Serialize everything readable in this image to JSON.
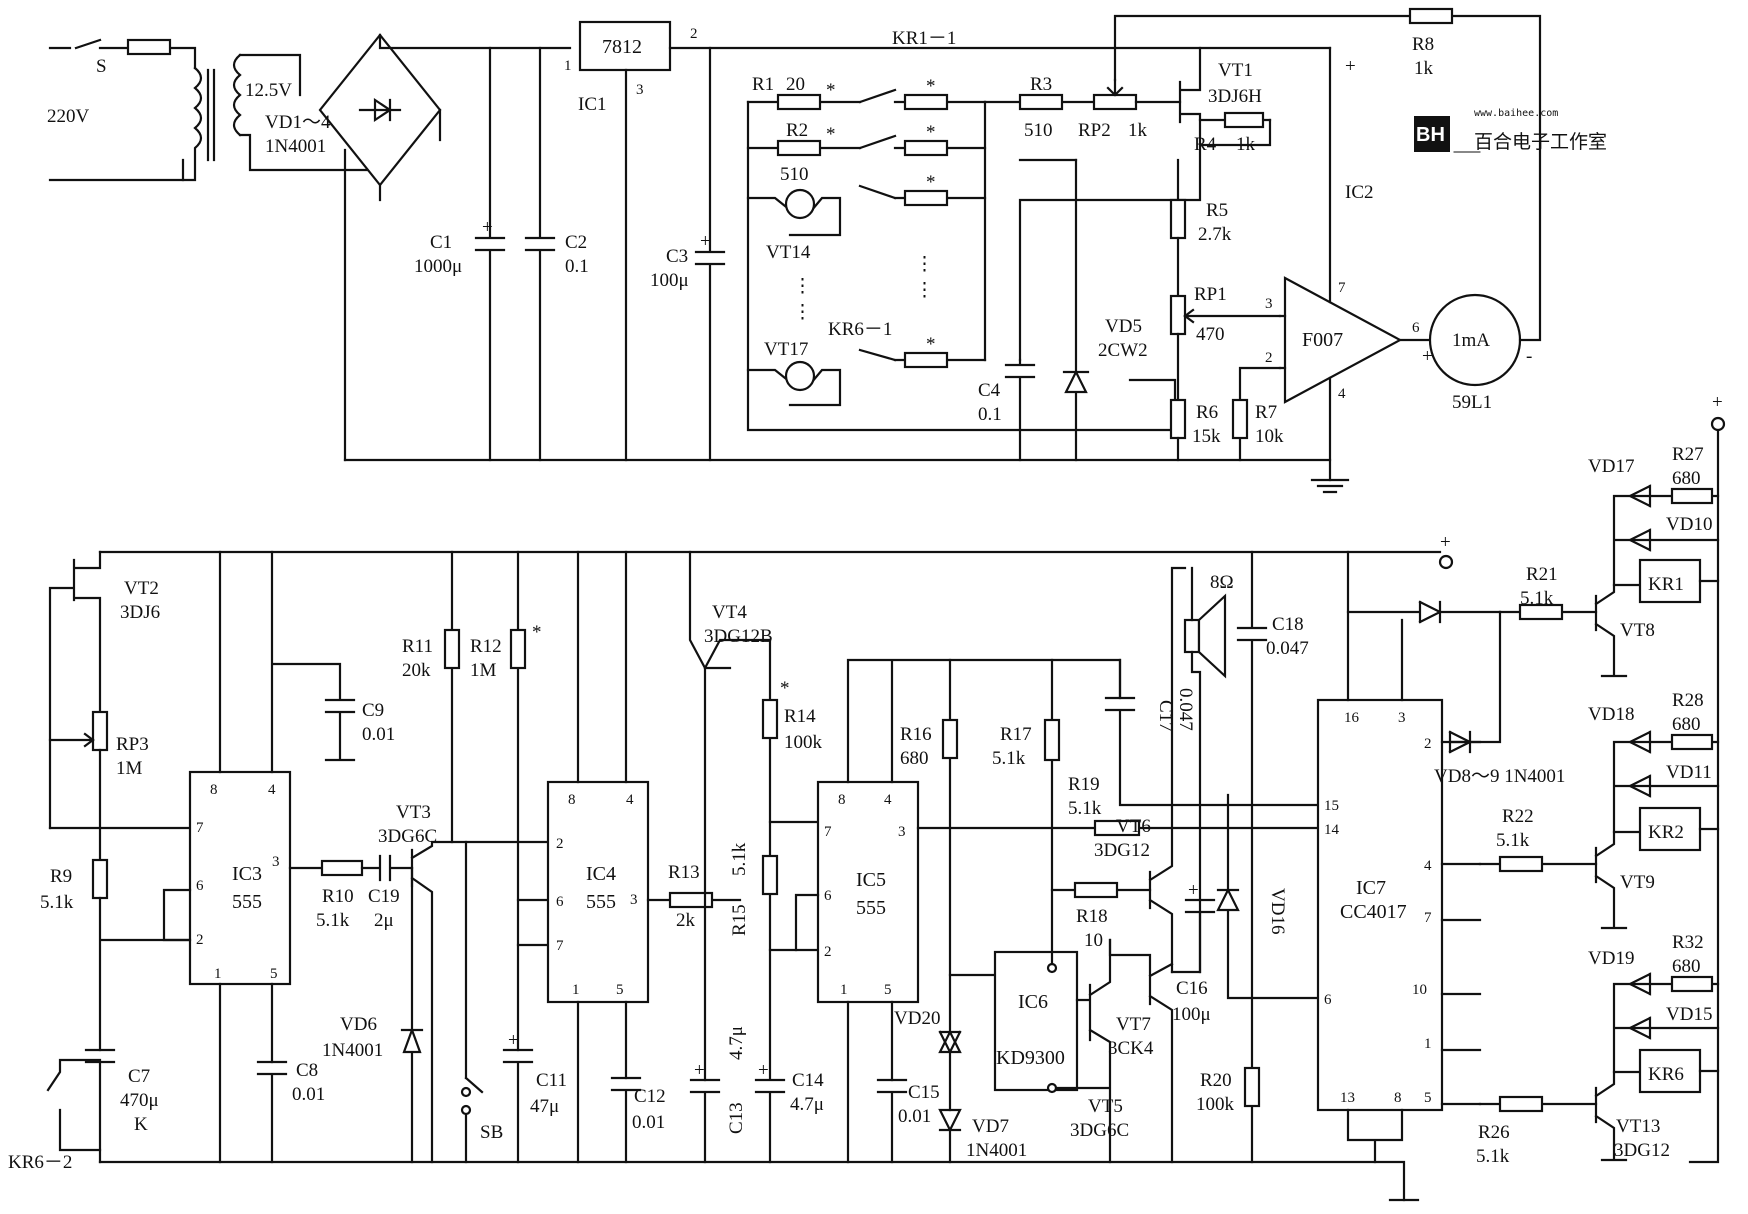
{
  "top": {
    "switch_label": "S",
    "mains": "220V",
    "transformer": "12.5V",
    "bridge": [
      "VD1～4",
      "1N4001"
    ],
    "c1": [
      "C1",
      "1000μ"
    ],
    "c2": [
      "C2",
      "0.1"
    ],
    "regulator": "7812",
    "regulator_name": "IC1",
    "reg_pins": [
      "1",
      "2",
      "3"
    ],
    "c3": [
      "C3",
      "100μ"
    ],
    "kr1_contact": "KR1－1",
    "r1": [
      "R1",
      "20"
    ],
    "r2": [
      "R2",
      "510"
    ],
    "vt14": "VT14",
    "vt17": "VT17",
    "kr6_contact": "KR6－1",
    "star": "*",
    "r3": [
      "R3",
      "510"
    ],
    "rp2": [
      "RP2",
      "1k"
    ],
    "vt1": [
      "VT1",
      "3DJ6H"
    ],
    "r4": [
      "R4",
      "1k"
    ],
    "r5": [
      "R5",
      "2.7k"
    ],
    "rp1": [
      "RP1",
      "470"
    ],
    "vd5": [
      "VD5",
      "2CW2"
    ],
    "c4": [
      "C4",
      "0.1"
    ],
    "r6": [
      "R6",
      "15k"
    ],
    "r7": [
      "R7",
      "10k"
    ],
    "opamp": "F007",
    "opamp_name": "IC2",
    "opamp_pins": [
      "7",
      "3",
      "2",
      "6",
      "4"
    ],
    "r8": [
      "R8",
      "1k"
    ],
    "meter": "1mA",
    "meter_model": "59L1",
    "plus": "+",
    "minus": "-"
  },
  "watermark": {
    "logo": "BH",
    "url": "www.baihee.com",
    "studio": "百合电子工作室"
  },
  "bottom": {
    "vt2": [
      "VT2",
      "3DJ6"
    ],
    "rp3": [
      "RP3",
      "1M"
    ],
    "r9": [
      "R9",
      "5.1k"
    ],
    "c7": [
      "C7",
      "470μ",
      "K"
    ],
    "kr6_2": "KR6－2",
    "ic3": [
      "IC3",
      "555"
    ],
    "ic3_pins": [
      "8",
      "4",
      "7",
      "6",
      "2",
      "3",
      "1",
      "5"
    ],
    "c8": [
      "C8",
      "0.01"
    ],
    "c9": [
      "C9",
      "0.01"
    ],
    "r10": [
      "R10",
      "5.1k"
    ],
    "c19": [
      "C19",
      "2μ"
    ],
    "vt3": [
      "VT3",
      "3DG6C"
    ],
    "vd6": [
      "VD6",
      "1N4001"
    ],
    "r11": [
      "R11",
      "20k"
    ],
    "r12": [
      "R12",
      "1M"
    ],
    "sb": "SB",
    "c11": [
      "C11",
      "47μ"
    ],
    "ic4": [
      "IC4",
      "555"
    ],
    "ic4_pins": [
      "8",
      "4",
      "2",
      "6",
      "7",
      "3",
      "1",
      "5"
    ],
    "c12": [
      "C12",
      "0.01"
    ],
    "r13": [
      "R13",
      "2k"
    ],
    "vt4": [
      "VT4",
      "3DG12B"
    ],
    "c13": [
      "C13",
      "4.7μ"
    ],
    "r14": [
      "R14",
      "100k"
    ],
    "r15": [
      "R15",
      "5.1k"
    ],
    "c14": [
      "C14",
      "4.7μ"
    ],
    "ic5": [
      "IC5",
      "555"
    ],
    "ic5_pins": [
      "8",
      "4",
      "7",
      "6",
      "2",
      "3",
      "1",
      "5"
    ],
    "c15": [
      "C15",
      "0.01"
    ],
    "r16": [
      "R16",
      "680"
    ],
    "vd20": "VD20",
    "vd7": [
      "VD7",
      "1N4001"
    ],
    "r17": [
      "R17",
      "5.1k"
    ],
    "ic6": [
      "IC6",
      "KD9300"
    ],
    "vt5": [
      "VT5",
      "3DG6C"
    ],
    "c17": [
      "C17",
      "0.047"
    ],
    "r19": [
      "R19",
      "5.1k"
    ],
    "vt6": [
      "VT6",
      "3DG12"
    ],
    "r18": [
      "R18",
      "10"
    ],
    "vt7": [
      "VT7",
      "3CK4"
    ],
    "speaker": "8Ω",
    "c18": [
      "C18",
      "0.047"
    ],
    "c16": [
      "C16",
      "100μ"
    ],
    "vd16": "VD16",
    "r20": [
      "R20",
      "100k"
    ],
    "ic7": [
      "IC7",
      "CC4017"
    ],
    "ic7_pins": [
      "16",
      "3",
      "15",
      "14",
      "6",
      "13",
      "8",
      "2",
      "4",
      "7",
      "10",
      "1",
      "5"
    ],
    "vd8_9": "VD8～9 1N4001",
    "r21": [
      "R21",
      "5.1k"
    ],
    "vt8": "VT8",
    "kr1": "KR1",
    "vd17": "VD17",
    "r27": [
      "R27",
      "680"
    ],
    "vd10": "VD10",
    "vd18": "VD18",
    "r28": [
      "R28",
      "680"
    ],
    "vd11": "VD11",
    "r22": [
      "R22",
      "5.1k"
    ],
    "vt9": "VT9",
    "kr2": "KR2",
    "vd19": "VD19",
    "r32": [
      "R32",
      "680"
    ],
    "vd15": "VD15",
    "r26": [
      "R26",
      "5.1k"
    ],
    "vt13": [
      "VT13",
      "3DG12"
    ],
    "kr6": "KR6",
    "plus": "+"
  }
}
